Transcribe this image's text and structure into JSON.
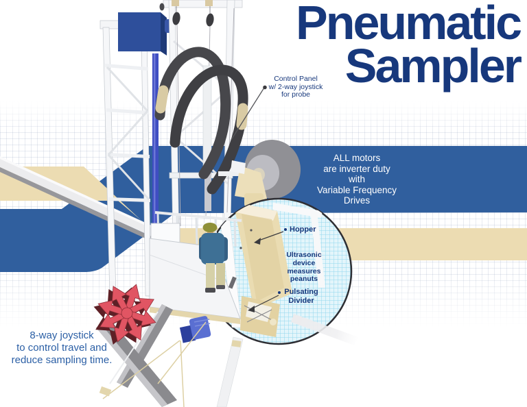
{
  "title": {
    "line1": "Pneumatic",
    "line2": "Sampler"
  },
  "callout_control_panel": {
    "lines": [
      "Control Panel",
      "w/ 2-way joystick",
      "for probe"
    ]
  },
  "banner_motors": {
    "lines": [
      "ALL motors",
      "are inverter duty",
      "with",
      "Variable Frequency",
      "Drives"
    ]
  },
  "inset": {
    "label_hopper": "Hopper",
    "label_ultrasonic": {
      "lines": [
        "Ultrasonic",
        "device",
        "measures peanuts"
      ]
    },
    "label_divider": {
      "lines": [
        "Pulsating",
        "Divider"
      ]
    }
  },
  "note_joystick": {
    "lines": [
      "8-way joystick",
      "to control travel and",
      "reduce sampling time."
    ]
  },
  "icons": {
    "joystick_star": "8-way-arrow-star-icon",
    "detail_circle": "magnified-detail-circle",
    "callout_marker": "leader-dot"
  },
  "colors": {
    "title_blue": "#17387c",
    "note_blue": "#2b5fa5",
    "banner_blue": "#305f9e",
    "banner_text": "#ffffff",
    "ribbon_beige": "#ecdcb2",
    "star_red": "#e15563",
    "star_shadow": "#5e2026",
    "inset_grid_bg": "#e3f5fb",
    "inset_grid_line": "#90d8ee",
    "hose_gray": "#47474b",
    "machine_cream": "#eadcb2"
  }
}
